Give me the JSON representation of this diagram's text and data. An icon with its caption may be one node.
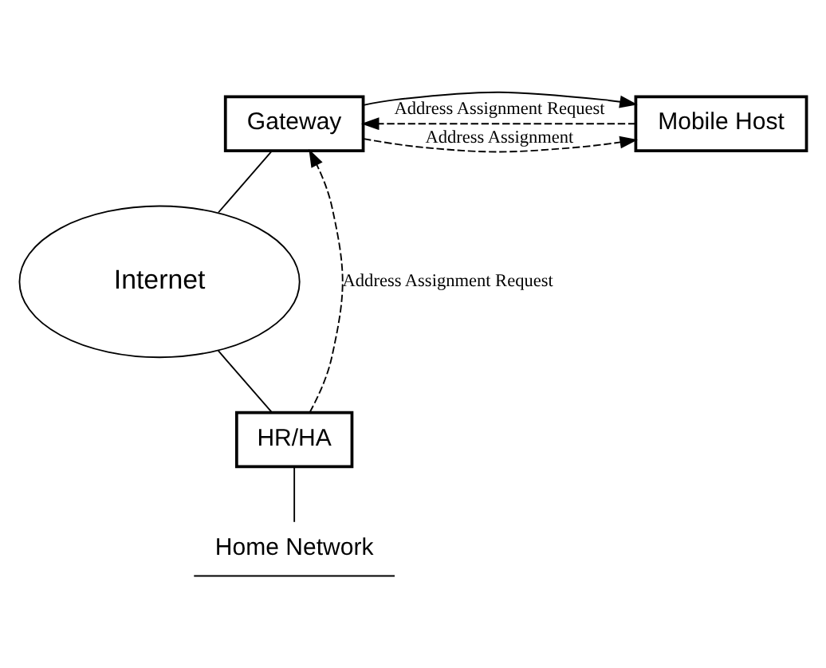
{
  "diagram": {
    "nodes": [
      {
        "text": [
          "Gateway"
        ]
      },
      {
        "text": [
          "Mobile Host"
        ]
      },
      {
        "text": [
          "Internet"
        ]
      },
      {
        "text": [
          "HR/HA"
        ]
      },
      {
        "text": [
          "Home Network"
        ]
      }
    ],
    "edges": [
      {
        "from": 0,
        "to": 1,
        "arrow": "to"
      },
      {
        "from": 0,
        "to": 1,
        "arrow": "to",
        "label": "Address Assignment",
        "style": "dashed"
      },
      {
        "from": 1,
        "to": 0,
        "arrow": "to",
        "label": "Address Assignment Request",
        "style": "dashed"
      },
      {
        "from": 0,
        "to": 2,
        "arrow": "none"
      },
      {
        "from": 2,
        "to": 3,
        "arrow": "none"
      },
      {
        "from": 3,
        "to": 0,
        "arrow": "to",
        "label": "Address Assignment Request",
        "style": "dashed"
      },
      {
        "from": 3,
        "to": 4,
        "arrow": "none"
      }
    ]
  }
}
